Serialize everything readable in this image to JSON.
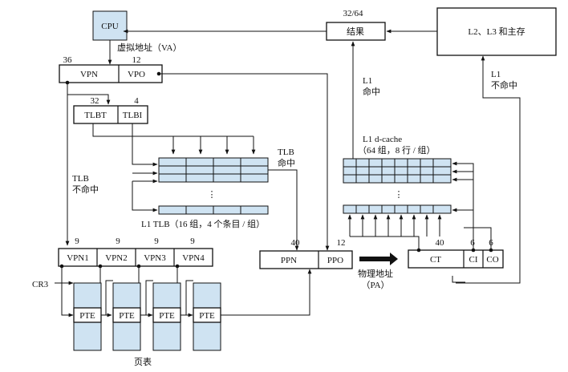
{
  "cpu": {
    "label": "CPU",
    "color": "#cfe3f2"
  },
  "va": {
    "caption": "虚拟地址（VA）",
    "vpn": "VPN",
    "vpo": "VPO",
    "vpn_bits": "36",
    "vpo_bits": "12"
  },
  "tlb_index": {
    "tlbt": "TLBT",
    "tlbi": "TLBI",
    "tlbt_bits": "32",
    "tlbi_bits": "4"
  },
  "tlb": {
    "caption": "L1 TLB（16 组，4 个条目 / 组）",
    "hit": [
      "TLB",
      "命中"
    ],
    "miss": [
      "TLB",
      "不命中"
    ],
    "dots": "⋮"
  },
  "page_table": {
    "vpns": [
      "VPN1",
      "VPN2",
      "VPN3",
      "VPN4"
    ],
    "bits": [
      "9",
      "9",
      "9",
      "9"
    ],
    "cr3": "CR3",
    "pte": "PTE",
    "caption": "页表"
  },
  "pa": {
    "ppn": "PPN",
    "ppo": "PPO",
    "ppn_bits": "40",
    "ppo_bits": "12",
    "caption": [
      "物理地址",
      "（PA）"
    ]
  },
  "cache_addr": {
    "ct": "CT",
    "ci": "CI",
    "co": "CO",
    "ct_bits": "40",
    "ci_bits": "6",
    "co_bits": "6"
  },
  "l1_cache": {
    "caption": [
      "L1 d-cache",
      "（64 组，8 行 / 组）"
    ],
    "hit": [
      "L1",
      "命中"
    ],
    "miss": [
      "L1",
      "不命中"
    ],
    "dots": "⋮"
  },
  "result": {
    "label": "结果",
    "bits": "32/64"
  },
  "memory": {
    "label": "L2、L3 和主存"
  },
  "colors": {
    "entry_fill": "#cfe3f2",
    "line": "#111111"
  }
}
